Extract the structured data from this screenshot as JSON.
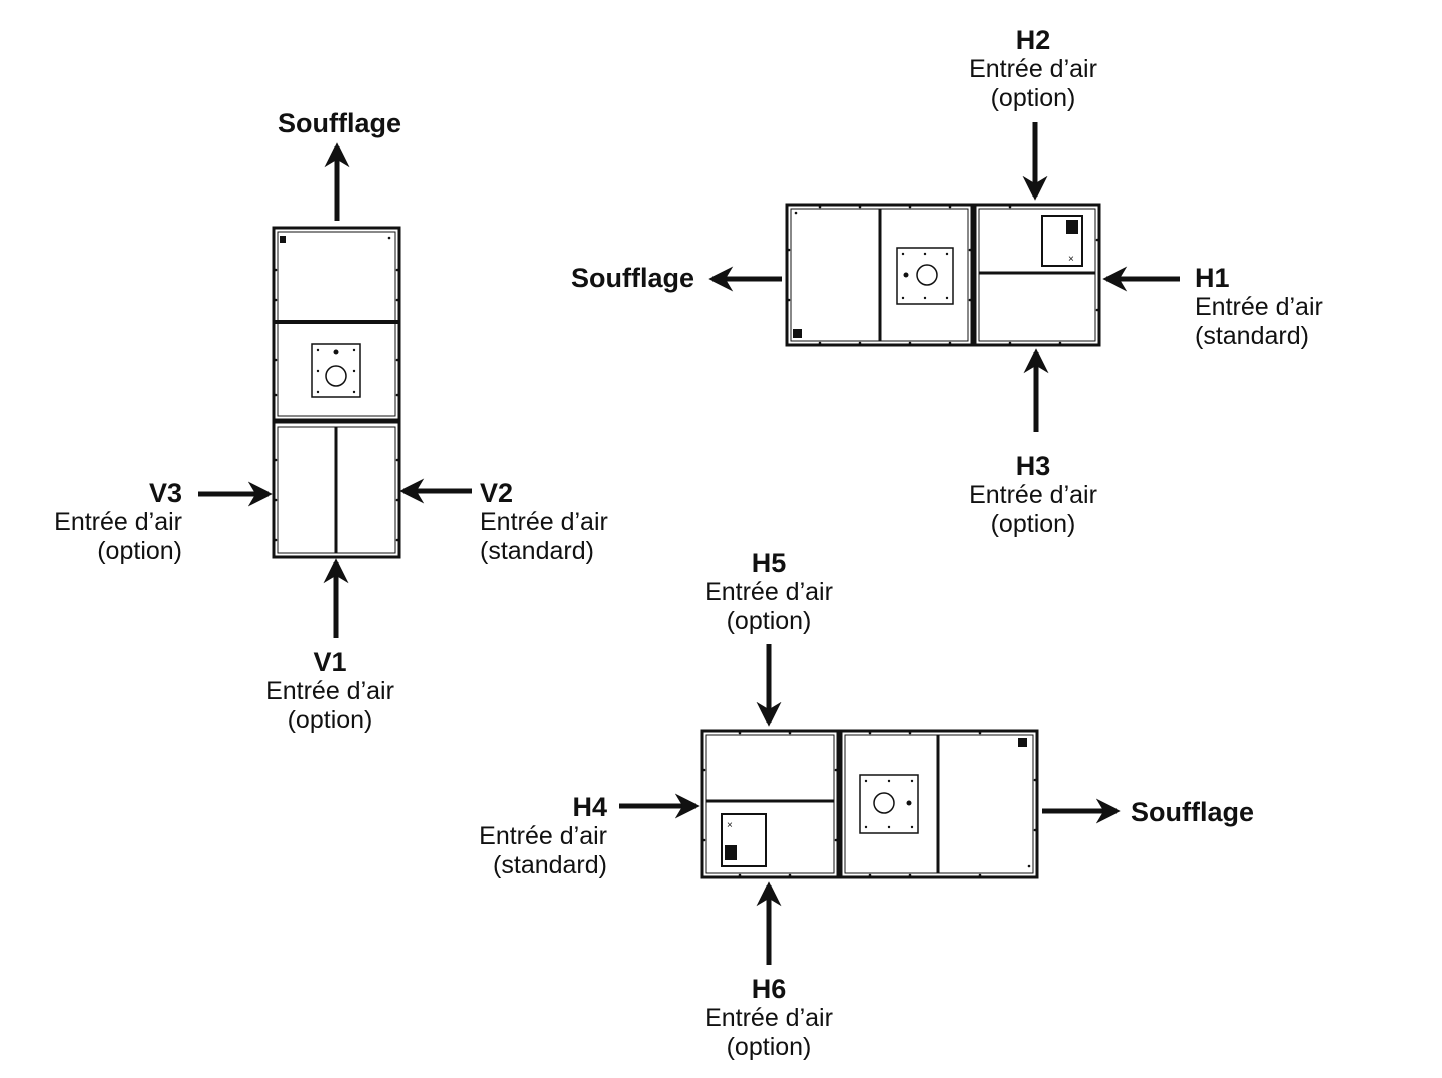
{
  "colors": {
    "ink": "#111111",
    "background": "#ffffff"
  },
  "vertical": {
    "outlet": "Soufflage",
    "inlets": [
      {
        "code": "V3",
        "line1": "Entrée d’air",
        "line2": "(option)"
      },
      {
        "code": "V2",
        "line1": "Entrée d’air",
        "line2": "(standard)"
      },
      {
        "code": "V1",
        "line1": "Entrée d’air",
        "line2": "(option)"
      }
    ]
  },
  "horizontal_left": {
    "outlet": "Soufflage",
    "inlets": [
      {
        "code": "H2",
        "line1": "Entrée d’air",
        "line2": "(option)"
      },
      {
        "code": "H1",
        "line1": "Entrée d’air",
        "line2": "(standard)"
      },
      {
        "code": "H3",
        "line1": "Entrée d’air",
        "line2": "(option)"
      }
    ]
  },
  "horizontal_right": {
    "outlet": "Soufflage",
    "inlets": [
      {
        "code": "H5",
        "line1": "Entrée d’air",
        "line2": "(option)"
      },
      {
        "code": "H4",
        "line1": "Entrée d’air",
        "line2": "(standard)"
      },
      {
        "code": "H6",
        "line1": "Entrée d’air",
        "line2": "(option)"
      }
    ]
  }
}
